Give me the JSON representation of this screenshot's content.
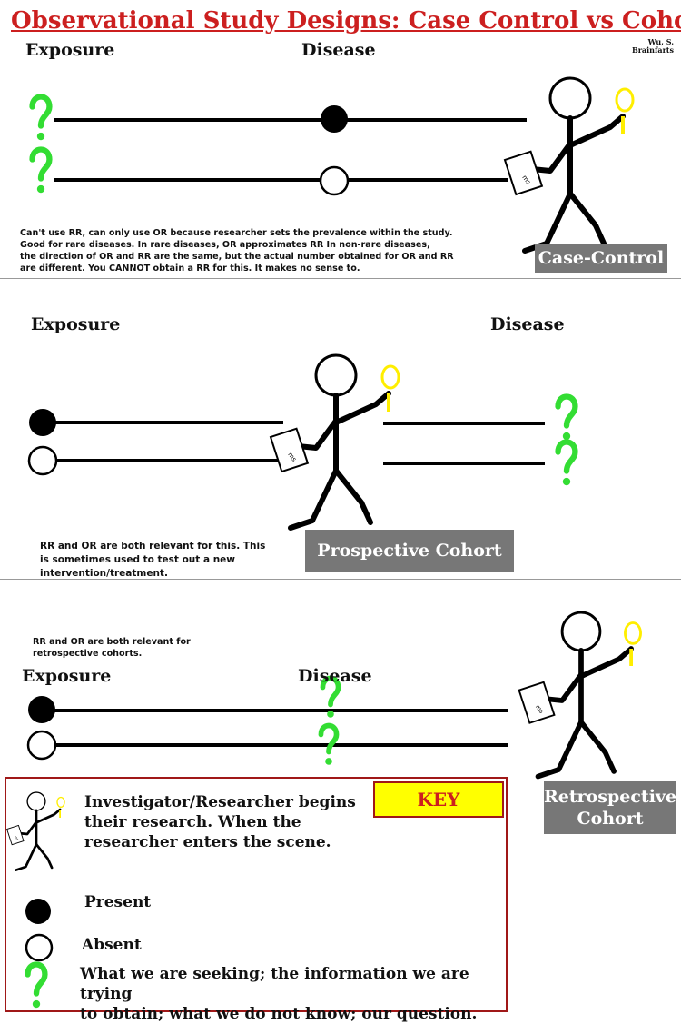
{
  "title": "Observational Study Designs:  Case Control vs Cohort",
  "credit": [
    "Wu, S.",
    "Brainfarts"
  ],
  "case_control": {
    "exposure_label": "Exposure",
    "disease_label": "Disease",
    "note": [
      "Can't use RR, can only use OR because researcher sets the prevalence within the study.",
      "Good for rare diseases.  In rare diseases, OR approximates  RR  In non-rare diseases,",
      "the direction of OR and RR are the same, but the actual number obtained for OR and RR",
      "are different.  You CANNOT obtain a RR for this.  It makes no sense to."
    ],
    "box_label": "Case-Control"
  },
  "prospective": {
    "exposure_label": "Exposure",
    "disease_label": "Disease",
    "note": [
      "RR and OR are both relevant for this.  This",
      "is sometimes used to test out a new",
      "intervention/treatment."
    ],
    "box_label": "Prospective Cohort"
  },
  "retrospective": {
    "note": [
      "RR and OR are both relevant for",
      "retrospective cohorts."
    ],
    "exposure_label": "Exposure",
    "disease_label": "Disease",
    "box_label": [
      "Retrospective",
      "Cohort"
    ]
  },
  "key": {
    "tag": "KEY",
    "researcher": [
      "Investigator/Researcher begins",
      "their research.  When the",
      "researcher enters the scene."
    ],
    "present": "Present",
    "absent": "Absent",
    "question": [
      "What we are seeking; the information we are trying",
      "to obtain; what we do not know; our question."
    ]
  },
  "clipboard_text": "ms",
  "colors": {
    "title": "#cc1f1f",
    "question_mark": "#33dd33",
    "magnifier": "#ffee00",
    "box": "#777777",
    "key_border": "#a01818",
    "key_tag": "#ffff00"
  }
}
